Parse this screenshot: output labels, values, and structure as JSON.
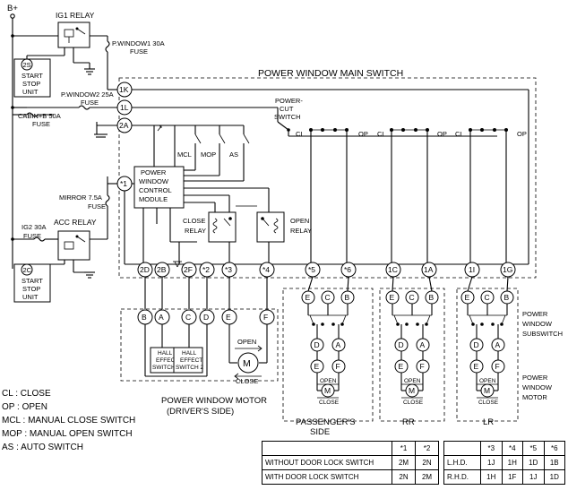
{
  "labels": {
    "b_plus": "B+",
    "ig1_relay": "IG1 RELAY",
    "pwindow1_fuse": [
      "P.WINDOW1 30A",
      "FUSE"
    ],
    "start_stop_unit_top": {
      "code": "2S",
      "lines": [
        "START",
        "STOP",
        "UNIT"
      ]
    },
    "main_switch": "POWER WINDOW MAIN SWITCH",
    "pwindow2_fuse": [
      "P.WINDOW2 25A",
      "FUSE"
    ],
    "cabin_fuse": [
      "CABIN+B 50A",
      "FUSE"
    ],
    "power_cut_switch": [
      "POWER-",
      "CUT",
      "SWITCH"
    ],
    "cl": "CL",
    "op": "OP",
    "mcl": "MCL",
    "mop": "MOP",
    "as": "AS",
    "module": [
      "POWER",
      "WINDOW",
      "CONTROL",
      "MODULE"
    ],
    "mirror_fuse": [
      "MIRROR 7.5A",
      "FUSE"
    ],
    "close_relay": [
      "CLOSE",
      "RELAY"
    ],
    "open_relay": [
      "OPEN",
      "RELAY"
    ],
    "ig2_fuse": [
      "IG2 30A",
      "FUSE"
    ],
    "acc_relay": "ACC RELAY",
    "start_stop_unit_bottom": {
      "code": "2C",
      "lines": [
        "START",
        "STOP",
        "UNIT"
      ]
    },
    "hall1": [
      "HALL",
      "EFFECT",
      "SWITCH 1"
    ],
    "hall2": [
      "HALL",
      "EFFECT",
      "SWITCH 2"
    ],
    "open": "OPEN",
    "close": "CLOSE",
    "motor_symbol": "M",
    "pw_motor_driver": [
      "POWER WINDOW MOTOR",
      "(DRIVER'S SIDE)"
    ],
    "passenger_side": [
      "PASSENGER'S",
      "SIDE"
    ],
    "rr": "RR",
    "lr": "LR",
    "subswitch": [
      "POWER",
      "WINDOW",
      "SUBSWITCH"
    ],
    "motor_right": [
      "POWER",
      "WINDOW",
      "MOTOR"
    ]
  },
  "connectors": {
    "main_left": [
      "1K",
      "1L",
      "2A"
    ],
    "star1": "*1",
    "bottom_row": [
      "2D",
      "2B",
      "2F",
      "*2",
      "*3",
      "*4",
      "*5",
      "*6",
      "1C",
      "1A",
      "1I",
      "1G"
    ],
    "driver_motor_top": [
      "B",
      "A",
      "C",
      "D",
      "E",
      "F"
    ],
    "sub_top": [
      "E",
      "C",
      "B"
    ],
    "sub_mid": [
      "D",
      "A"
    ],
    "sub_motor": [
      "E",
      "F"
    ]
  },
  "legend": [
    "CL : CLOSE",
    "OP : OPEN",
    "MCL : MANUAL CLOSE SWITCH",
    "MOP : MANUAL OPEN SWITCH",
    "AS : AUTO SWITCH"
  ],
  "table_left": {
    "headers": [
      "",
      "*1",
      "*2"
    ],
    "rows": [
      [
        "WITHOUT DOOR LOCK SWITCH",
        "2M",
        "2N"
      ],
      [
        "WITH DOOR LOCK SWITCH",
        "2N",
        "2M"
      ]
    ]
  },
  "table_right": {
    "headers": [
      "",
      "*3",
      "*4",
      "*5",
      "*6"
    ],
    "rows": [
      [
        "L.H.D.",
        "1J",
        "1H",
        "1D",
        "1B"
      ],
      [
        "R.H.D.",
        "1H",
        "1F",
        "1J",
        "1D"
      ]
    ]
  }
}
